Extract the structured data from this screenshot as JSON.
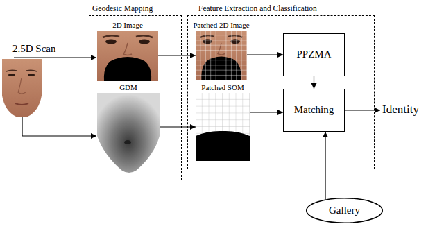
{
  "diagram": {
    "nodes": [
      {
        "text": [
          "Geodesic Mapping"
        ]
      },
      {
        "text": [
          "2D Image"
        ],
        "in": 0
      },
      {
        "text": [
          "GDM"
        ],
        "in": 0
      },
      {
        "text": [
          "Feature Extraction and Classification"
        ]
      },
      {
        "text": [
          "Patched 2D Image"
        ],
        "in": 3
      },
      {
        "text": [
          "PPZMA"
        ],
        "in": 3
      },
      {
        "text": [
          "Patched SOM"
        ],
        "in": 3
      },
      {
        "text": [
          "Matching"
        ],
        "in": 3
      },
      {
        "text": [
          "Gallery"
        ]
      }
    ],
    "edges": [
      {
        "from": 1,
        "to": 4,
        "arrow": "to"
      },
      {
        "from": 2,
        "to": 6,
        "arrow": "to"
      },
      {
        "from": 4,
        "to": 5,
        "arrow": "to"
      },
      {
        "from": 5,
        "to": 7,
        "arrow": "to"
      },
      {
        "from": 6,
        "to": 7,
        "arrow": "to"
      },
      {
        "from": 8,
        "to": 7,
        "arrow": "to"
      }
    ],
    "labels": [
      "2.5D Scan",
      "Identity"
    ]
  }
}
